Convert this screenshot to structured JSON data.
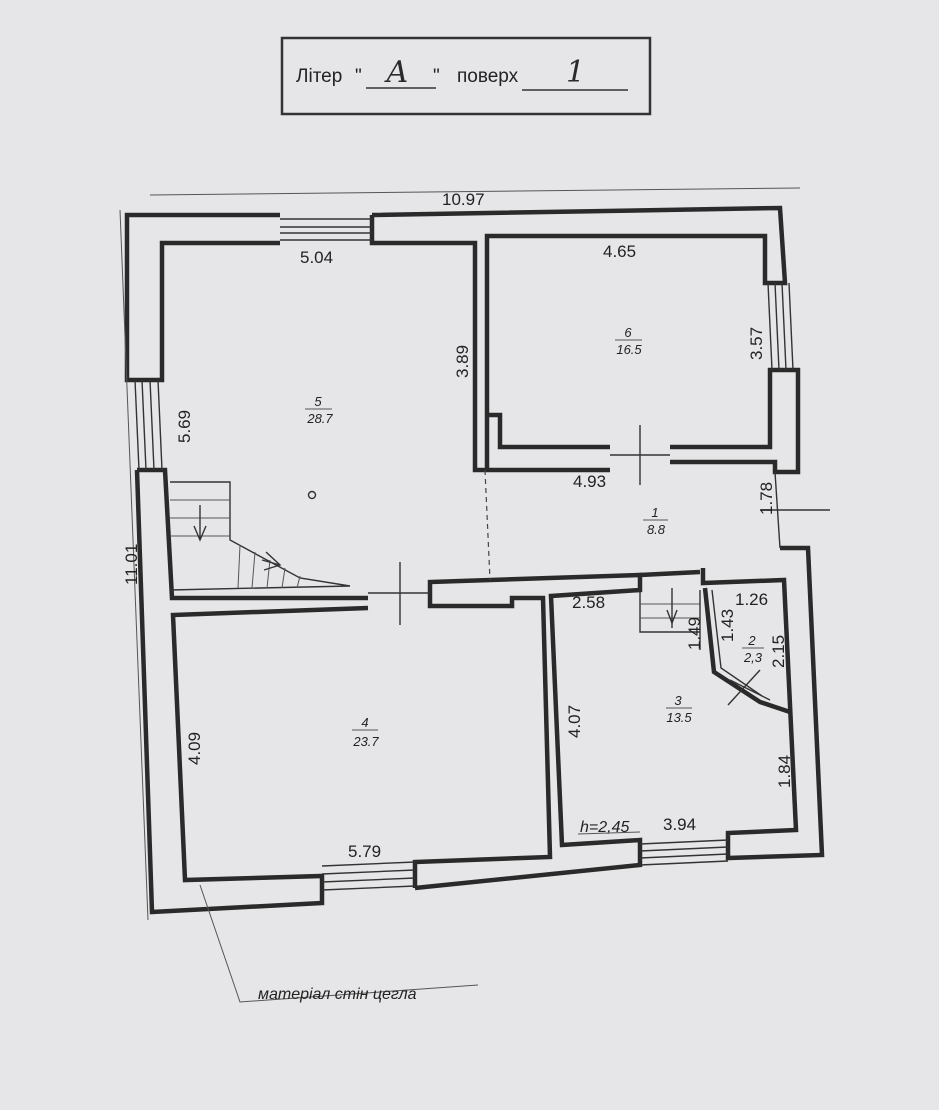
{
  "header": {
    "liter_label": "Літер",
    "open_quote": "\"",
    "liter_value": "А",
    "close_quote": "\"",
    "floor_label": "поверх",
    "floor_value": "1"
  },
  "dimensions": {
    "overall_width": "10.97",
    "overall_height": "11.01",
    "room5_top": "5.04",
    "room5_left": "5.69",
    "room5_right": "3.89",
    "room6_top": "4.65",
    "room6_right": "3.57",
    "room6_bottom": "4.93",
    "hall_right": "1.78",
    "room3_top": "2.58",
    "stair_small": "1.49",
    "room2_left": "1.43",
    "room2_top": "1.26",
    "room2_right": "2.15",
    "room3_left": "4.07",
    "room3_right": "1.84",
    "room3_bottom": "3.94",
    "room4_left": "4.09",
    "room4_bottom": "5.79",
    "ceiling_height": "h=2,45"
  },
  "rooms": [
    {
      "number": "5",
      "area": "28.7"
    },
    {
      "number": "6",
      "area": "16.5"
    },
    {
      "number": "1",
      "area": "8.8"
    },
    {
      "number": "4",
      "area": "23.7"
    },
    {
      "number": "3",
      "area": "13.5"
    },
    {
      "number": "2",
      "area": "2,3"
    }
  ],
  "note": "матеріал стін цегла"
}
